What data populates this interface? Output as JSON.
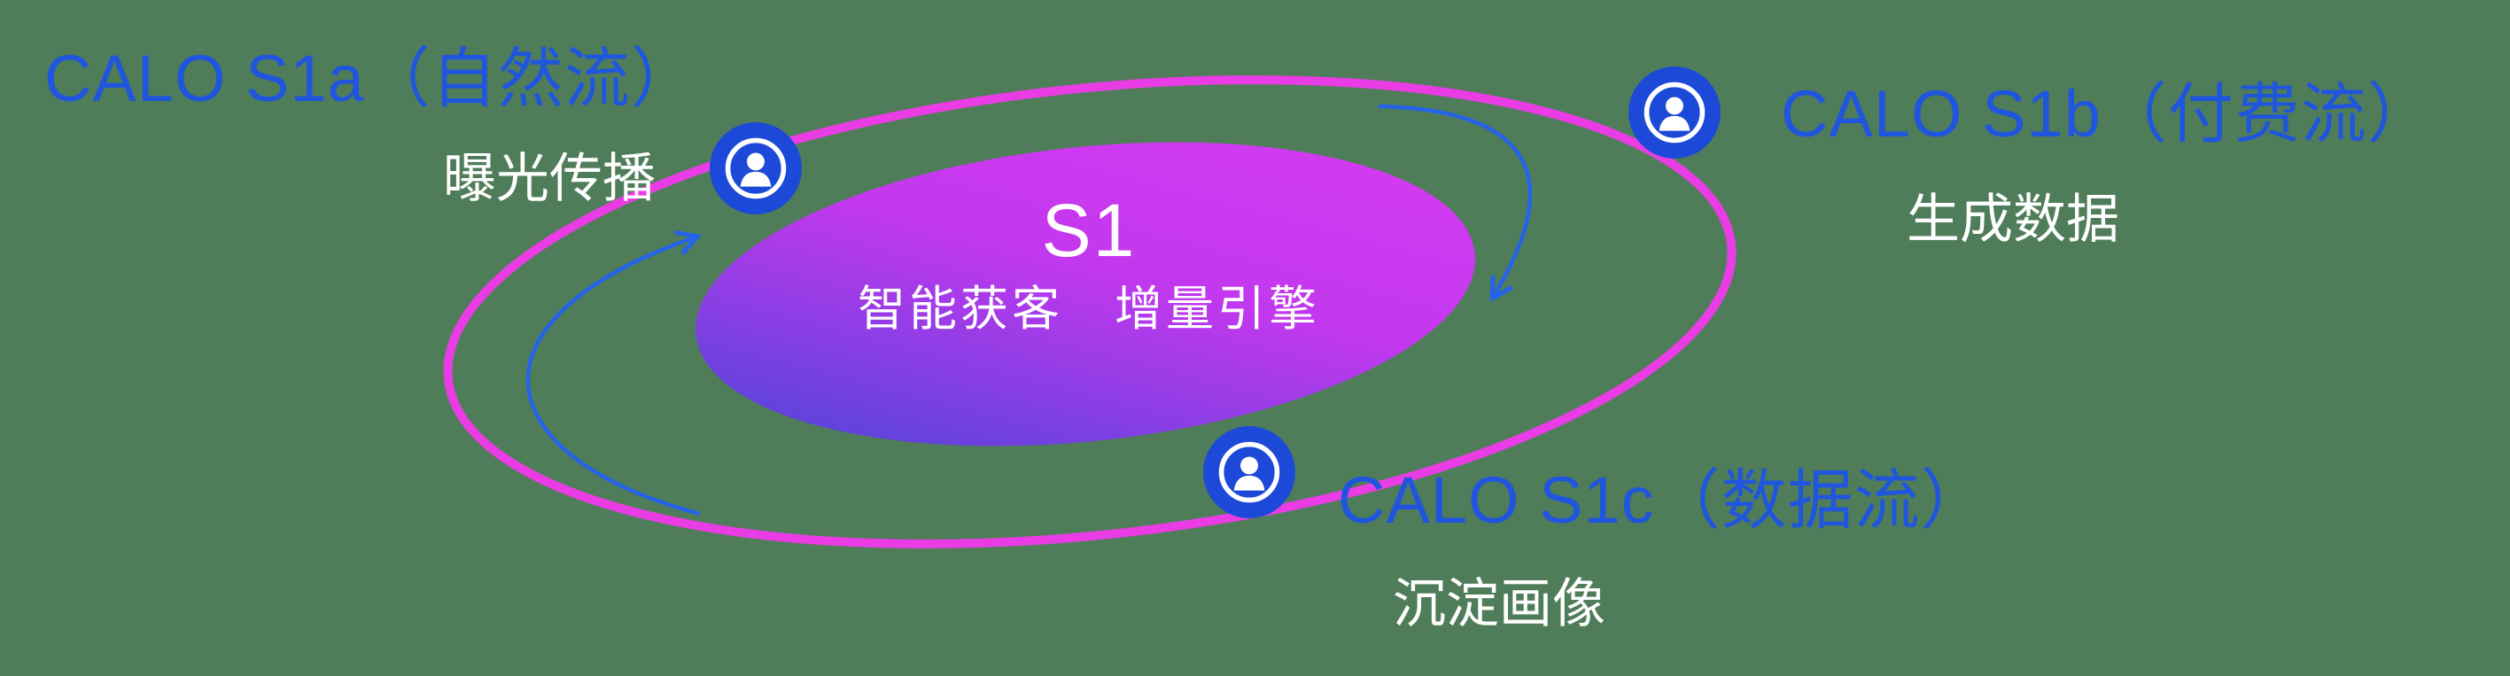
{
  "colors": {
    "bg": "#4f7d5a",
    "orbit": "#ea3ce4",
    "label_blue": "#2056dd",
    "icon_bg": "#1c49d8",
    "arrow": "#2563eb",
    "g1": "#3f46d6",
    "g2": "#c238ee",
    "g3": "#d93bf2"
  },
  "center": {
    "title": "S1",
    "subtitle": "智能获客　增量引擎"
  },
  "nodes": [
    {
      "id": "s1a",
      "label": "CALO S1a（自然流）",
      "sublabel": "曝光传播",
      "icon": "user-icon"
    },
    {
      "id": "s1b",
      "label": "CALO S1b（付费流）",
      "sublabel": "生成数据",
      "icon": "user-icon"
    },
    {
      "id": "s1c",
      "label": "CALO S1c（数据流）",
      "sublabel": "沉淀画像",
      "icon": "user-icon"
    }
  ]
}
